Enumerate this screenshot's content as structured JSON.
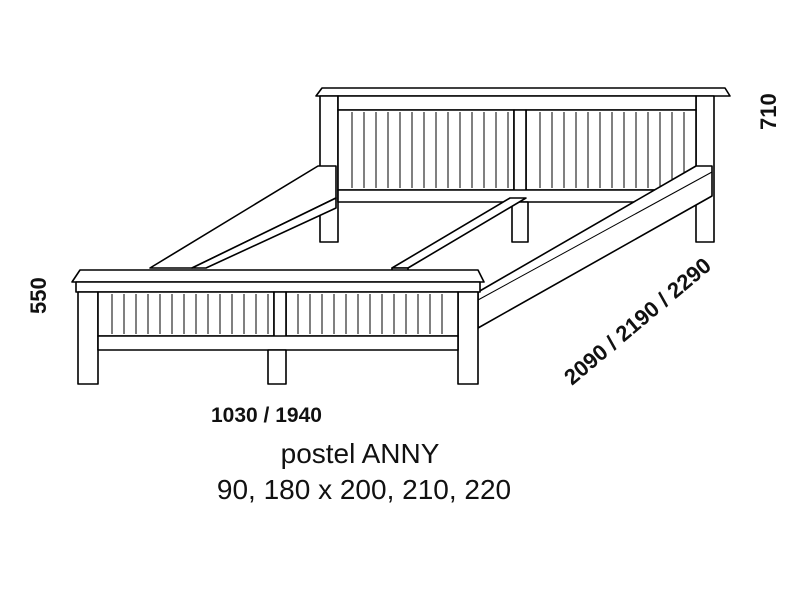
{
  "title": "postel ANNY",
  "sizes": "90, 180 x 200, 210, 220",
  "dimensions": {
    "width": "1030 / 1940",
    "length": "2090 / 2190 / 2290",
    "head_height": "710",
    "foot_height": "550"
  }
}
